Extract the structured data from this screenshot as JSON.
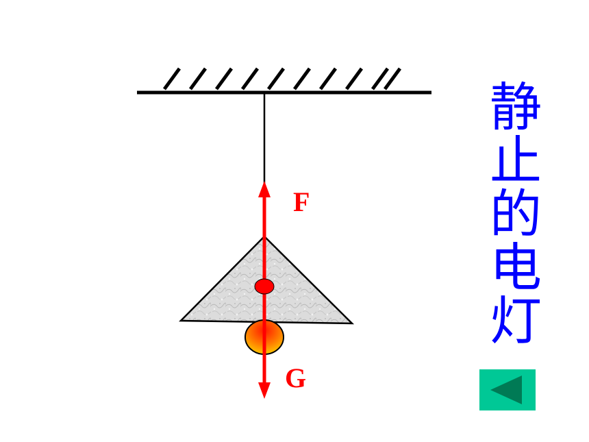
{
  "diagram": {
    "force_up_label": "F",
    "force_down_label": "G"
  },
  "side_title": {
    "text": "静止的电灯"
  },
  "back_button": {
    "icon": "triangle-left-icon"
  },
  "colors": {
    "force": "#ff0000",
    "title": "#0000ff",
    "button_bg": "#00c896",
    "button_icon": "#007a55",
    "line": "#000000",
    "shade": "#d9d9d9"
  }
}
